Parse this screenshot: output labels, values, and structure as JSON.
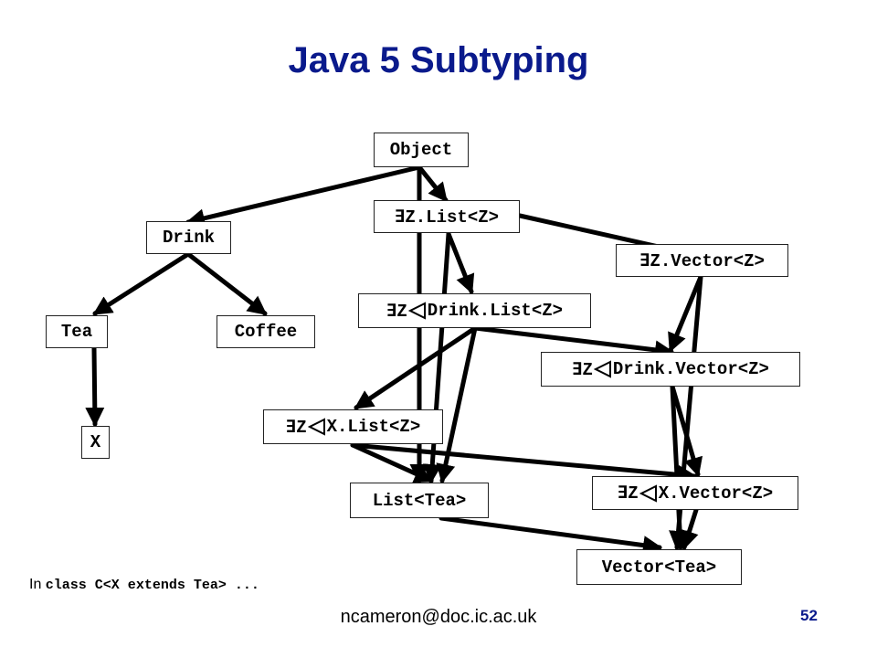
{
  "title": "Java 5 Subtyping",
  "nodes": {
    "object": {
      "label": "Object"
    },
    "exists_list": {
      "label": "∃Z.List<Z>"
    },
    "drink": {
      "label": "Drink"
    },
    "exists_vector": {
      "label": "∃Z.Vector<Z>"
    },
    "exists_drink_list": {
      "prefix": "∃Z",
      "suffix": "Drink.List<Z>"
    },
    "tea": {
      "label": "Tea"
    },
    "coffee": {
      "label": "Coffee"
    },
    "exists_drink_vector": {
      "prefix": "∃Z",
      "suffix": "Drink.Vector<Z>"
    },
    "exists_x_list": {
      "prefix": "∃Z",
      "suffix": "X.List<Z>"
    },
    "x": {
      "label": "X"
    },
    "list_tea": {
      "label": "List<Tea>"
    },
    "exists_x_vector": {
      "prefix": "∃Z",
      "suffix": "X.Vector<Z>"
    },
    "vector_tea": {
      "label": "Vector<Tea>"
    }
  },
  "footer": {
    "note_prefix": "In ",
    "note_code": "class C<X extends Tea> ...",
    "email": "ncameron@doc.ic.ac.uk",
    "page_number": "52"
  },
  "colors": {
    "title": "#0a1a8c",
    "arrow": "#000000"
  }
}
